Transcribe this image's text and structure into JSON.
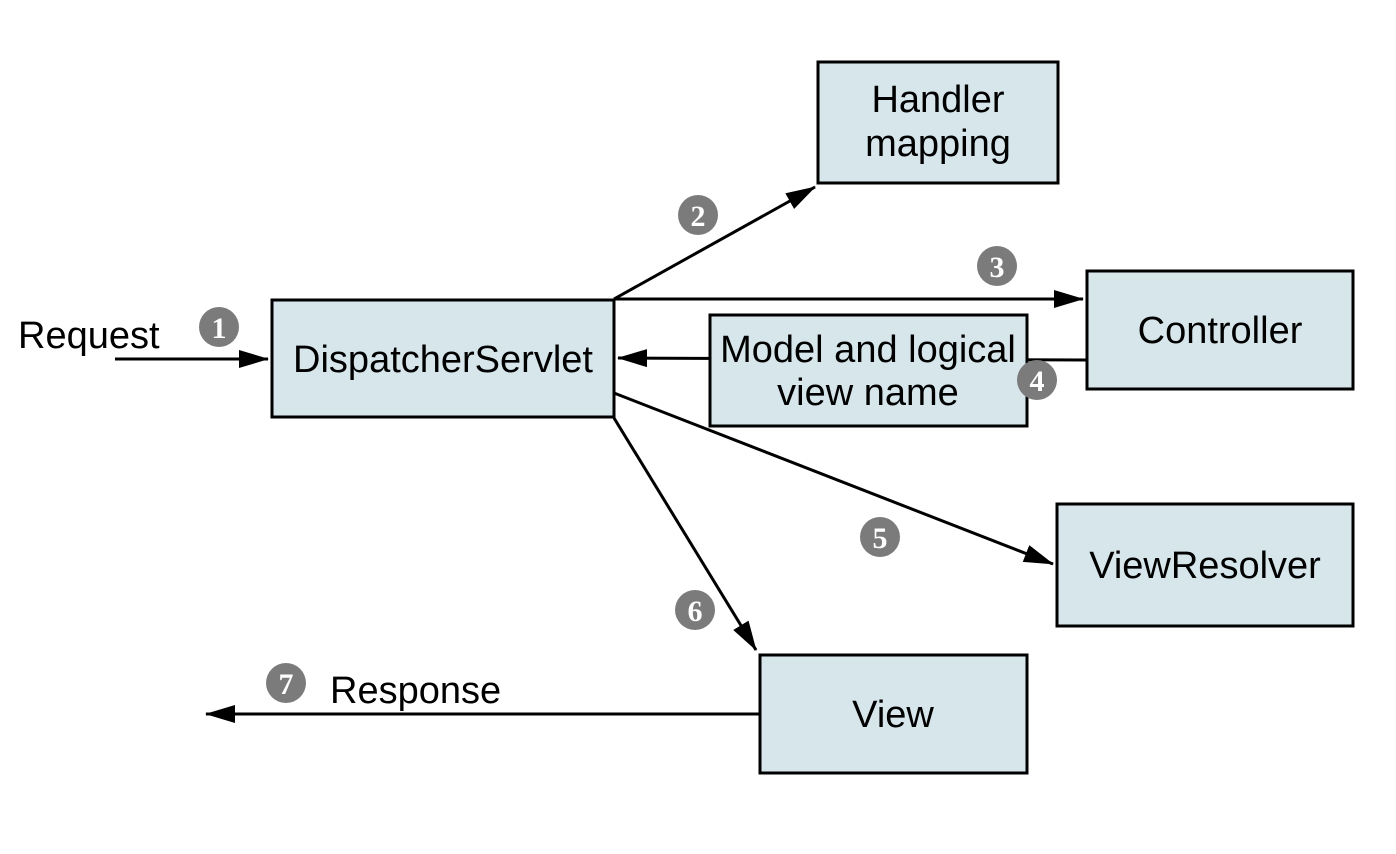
{
  "diagram": {
    "kind": "flow-diagram",
    "description": "Request handling flow through the Spring MVC DispatcherServlet",
    "colors": {
      "background": "#ffffff",
      "node_fill": "#d6e6eb",
      "node_stroke": "#000000",
      "arrow": "#000000",
      "badge_fill": "#7b7b7b",
      "badge_text": "#ffffff",
      "label_text": "#000000"
    },
    "nodes": {
      "handler_mapping": {
        "lines": [
          "Handler",
          "mapping"
        ]
      },
      "dispatcher_servlet": {
        "lines": [
          "DispatcherServlet"
        ]
      },
      "controller": {
        "lines": [
          "Controller"
        ]
      },
      "model_and_view": {
        "lines": [
          "Model and logical",
          "view name"
        ]
      },
      "view_resolver": {
        "lines": [
          "ViewResolver"
        ]
      },
      "view": {
        "lines": [
          "View"
        ]
      }
    },
    "labels": {
      "request": "Request",
      "response": "Response"
    },
    "steps": [
      "1",
      "2",
      "3",
      "4",
      "5",
      "6",
      "7"
    ],
    "edges": [
      {
        "step": "1",
        "from": "Request",
        "to": "DispatcherServlet"
      },
      {
        "step": "2",
        "from": "DispatcherServlet",
        "to": "Handler mapping"
      },
      {
        "step": "3",
        "from": "DispatcherServlet",
        "to": "Controller"
      },
      {
        "step": "4",
        "from": "Controller",
        "to": "DispatcherServlet",
        "via": "Model and logical view name"
      },
      {
        "step": "5",
        "from": "DispatcherServlet",
        "to": "ViewResolver"
      },
      {
        "step": "6",
        "from": "DispatcherServlet",
        "to": "View"
      },
      {
        "step": "7",
        "from": "View",
        "to": "Response"
      }
    ]
  }
}
